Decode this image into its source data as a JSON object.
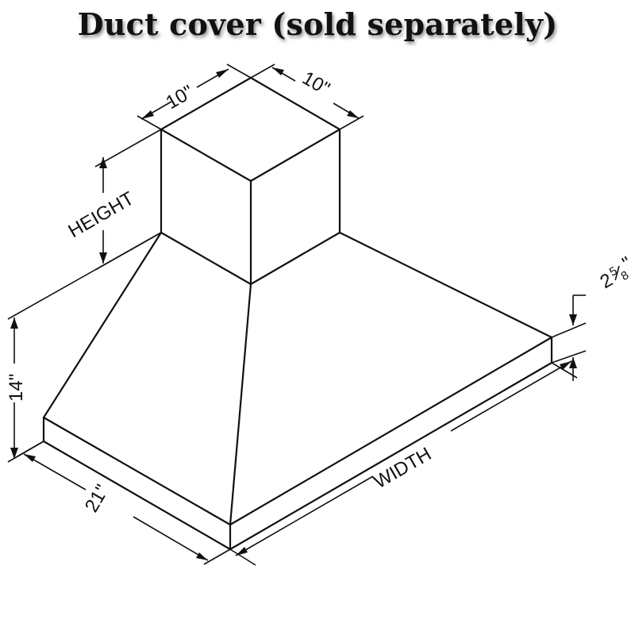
{
  "title": "Duct cover (sold separately)",
  "dimensions": {
    "duct_left_width": "10\"",
    "duct_right_width": "10\"",
    "duct_height": "HEIGHT",
    "hood_height": "14\"",
    "hood_depth": "21\"",
    "hood_width": "WIDTH",
    "trim_whole": "2",
    "trim_numerator": "5",
    "trim_denominator": "8",
    "trim_inch_mark": "\""
  },
  "colors": {
    "line": "#111111",
    "background": "#ffffff"
  }
}
